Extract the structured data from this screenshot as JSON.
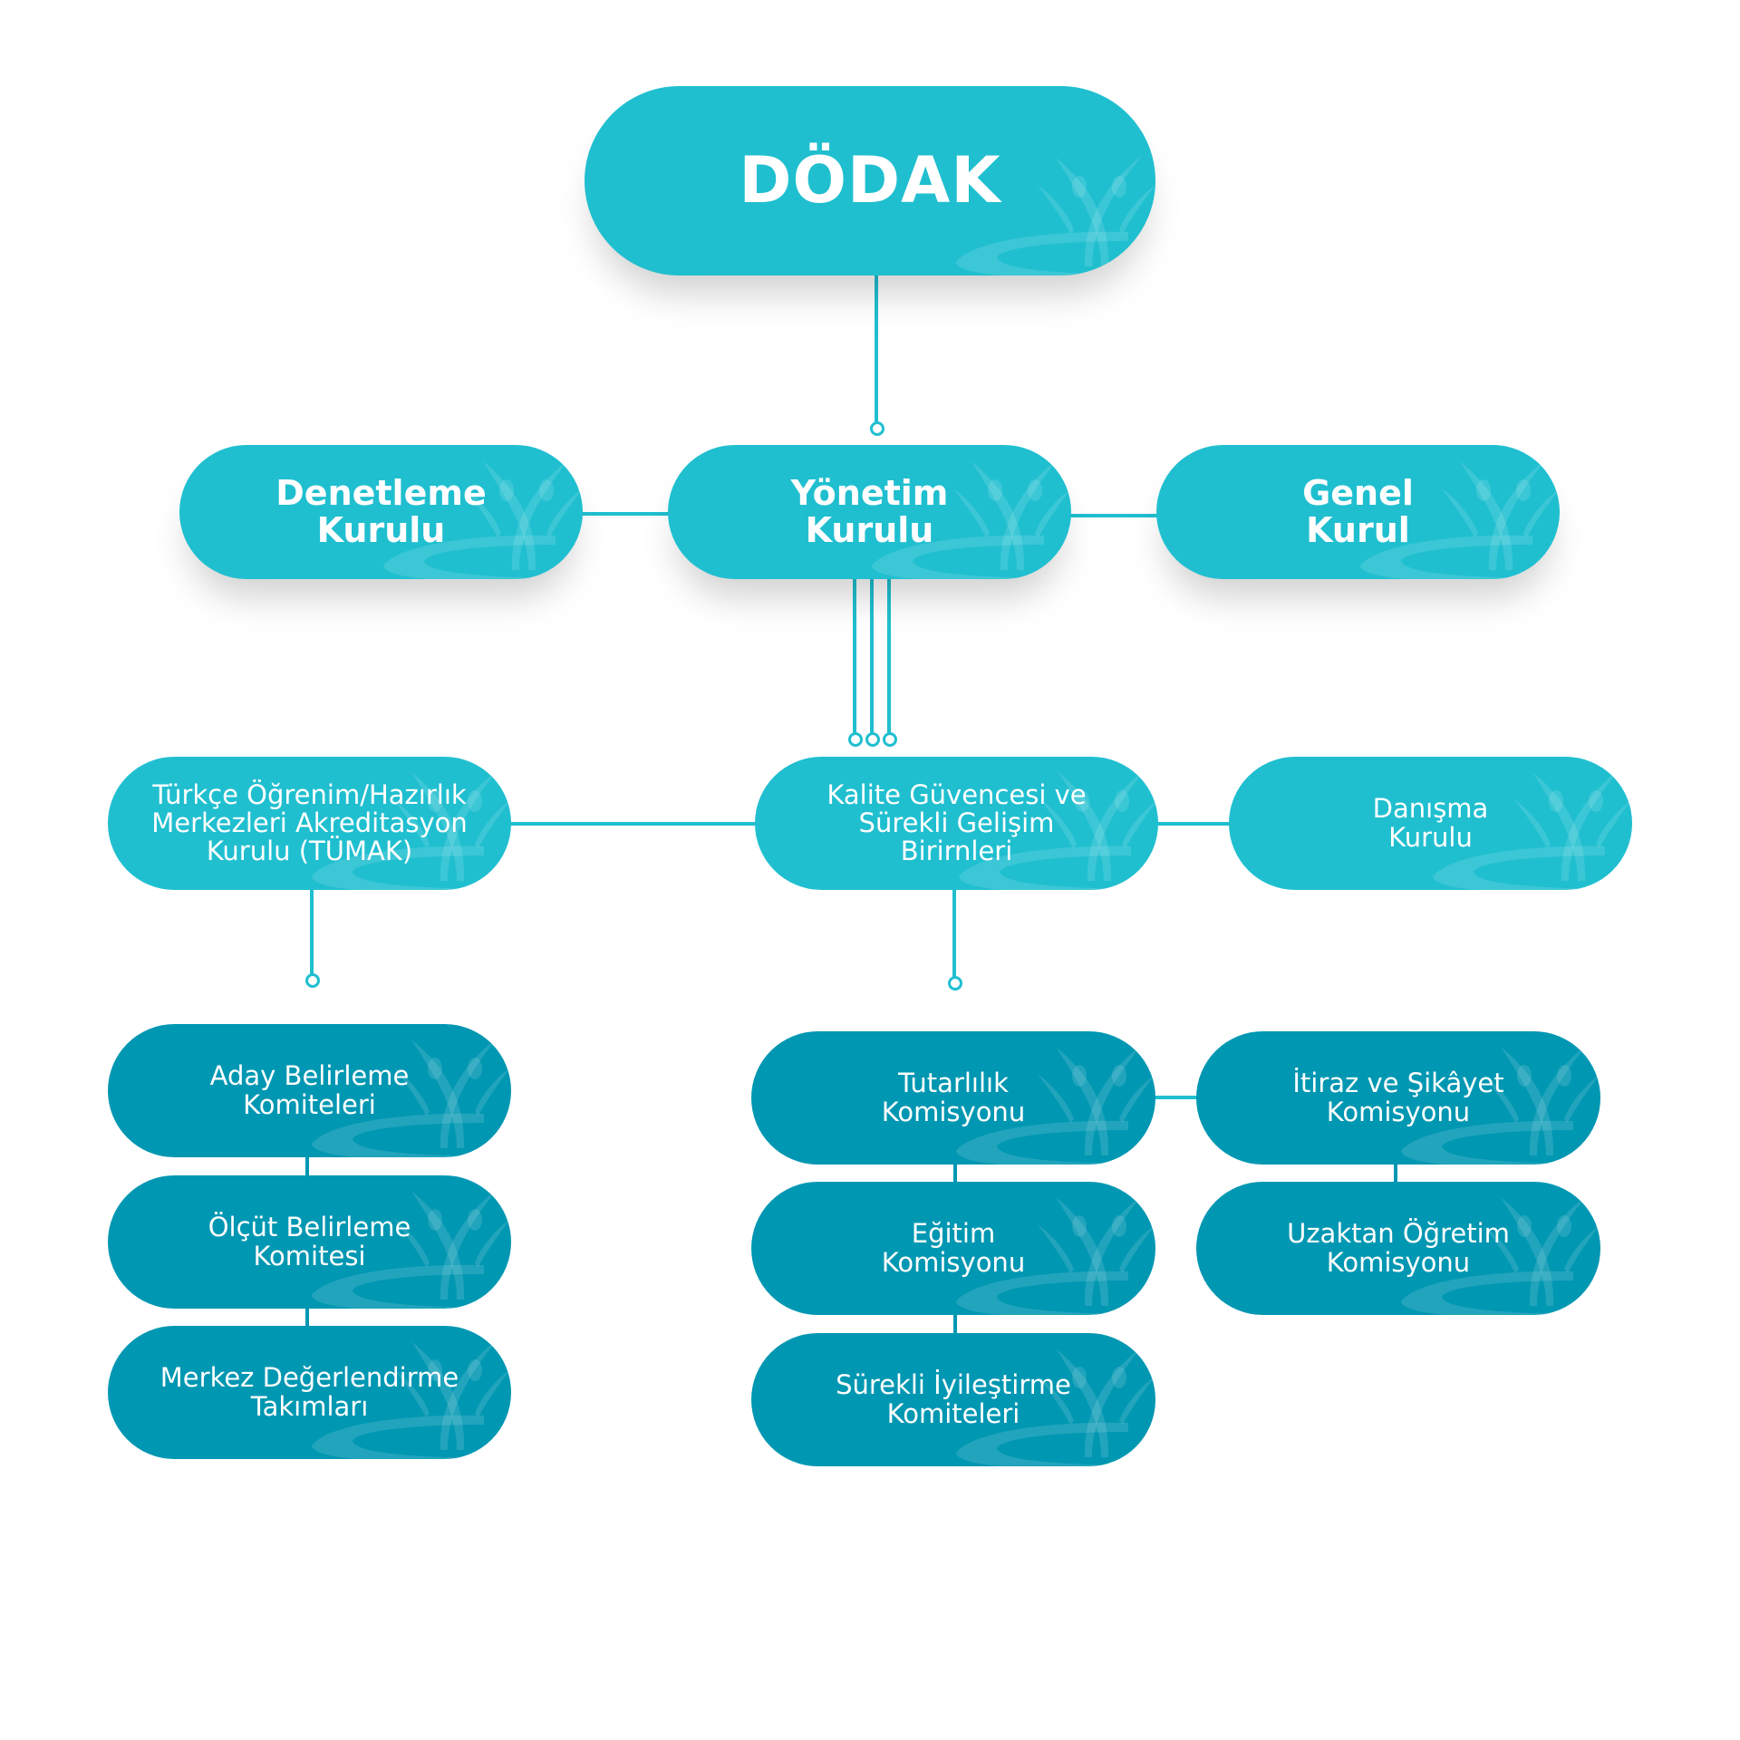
{
  "root": {
    "label": "DÖDAK"
  },
  "level2": {
    "denetleme": "Denetleme\nKurulu",
    "yonetim": "Yönetim\nKurulu",
    "genel": "Genel\nKurul"
  },
  "level3": {
    "tumak": "Türkçe Öğrenim/Hazırlık\nMerkezleri Akreditasyon\nKurulu (TÜMAK)",
    "kalite": "Kalite Güvencesi ve\nSürekli Gelişim\nBirirnleri",
    "danisma": "Danışma\nKurulu"
  },
  "tumak_children": [
    "Aday Belirleme\nKomiteleri",
    "Ölçüt Belirleme\nKomitesi",
    "Merkez Değerlendirme\nTakımları"
  ],
  "kalite_children": [
    "Tutarlılık\nKomisyonu",
    "Eğitim\nKomisyonu",
    "Sürekli İyileştirme\nKomiteleri"
  ],
  "kalite_children_right": [
    "İtiraz ve Şikâyet\nKomisyonu",
    "Uzaktan Öğretim\nKomisyonu"
  ],
  "colors": {
    "primary": "#20bfd0",
    "secondary": "#0097b2"
  }
}
